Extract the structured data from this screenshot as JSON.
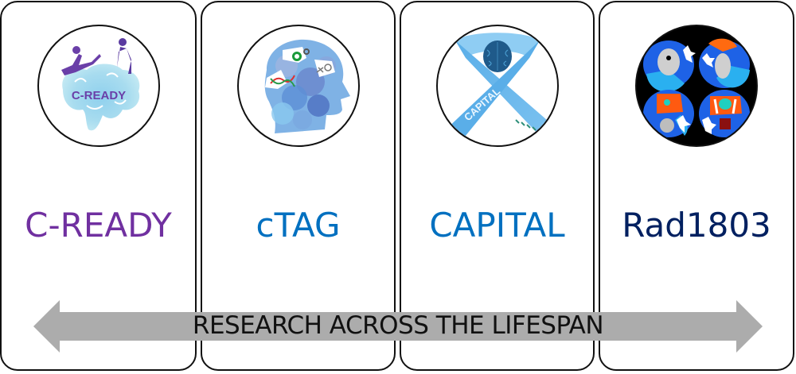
{
  "panels": [
    {
      "id": "c-ready",
      "title": "C-READY",
      "color": "#7030a0",
      "logo_text": "C-READY",
      "logo": "c-ready-logo"
    },
    {
      "id": "ctag",
      "title": "cTAG",
      "color": "#0070c0",
      "logo": "ctag-head-puzzle-logo"
    },
    {
      "id": "capital",
      "title": "CAPITAL",
      "color": "#0070c0",
      "logo_text": "CAPITAL",
      "logo": "capital-ribbon-logo"
    },
    {
      "id": "rad1803",
      "title": "Rad1803",
      "color": "#002060",
      "logo": "rad1803-brain-scan-logo"
    }
  ],
  "arrow": {
    "label": "RESEARCH ACROSS THE LIFESPAN",
    "color": "#acacac"
  }
}
